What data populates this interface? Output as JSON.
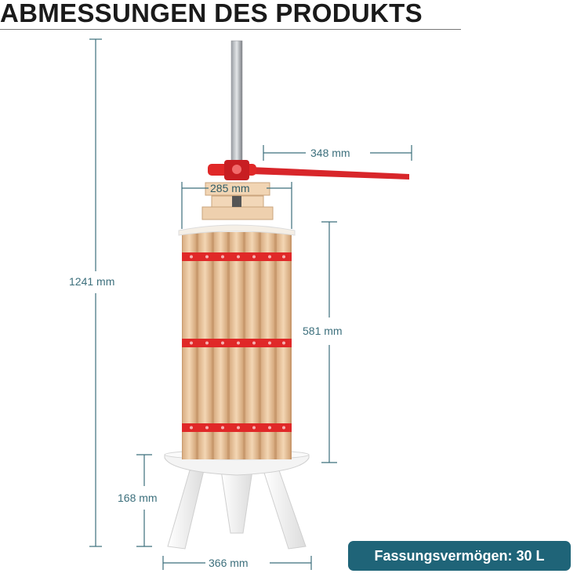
{
  "header": {
    "title": "ABMESSUNGEN DES PRODUKTS"
  },
  "dimensions": {
    "total_height": "1241 mm",
    "handle_length": "348 mm",
    "top_plate_width": "285 mm",
    "basket_height": "581 mm",
    "stand_height": "168 mm",
    "base_width": "366 mm"
  },
  "badge": {
    "text": "Fassungsvermögen: 30 L"
  },
  "colors": {
    "accent": "#1f6478",
    "dimension_lines": "#3c6f7c",
    "frame_red": "#e02828",
    "wood": "#e9c7a0",
    "base": "#f2f2f2"
  }
}
